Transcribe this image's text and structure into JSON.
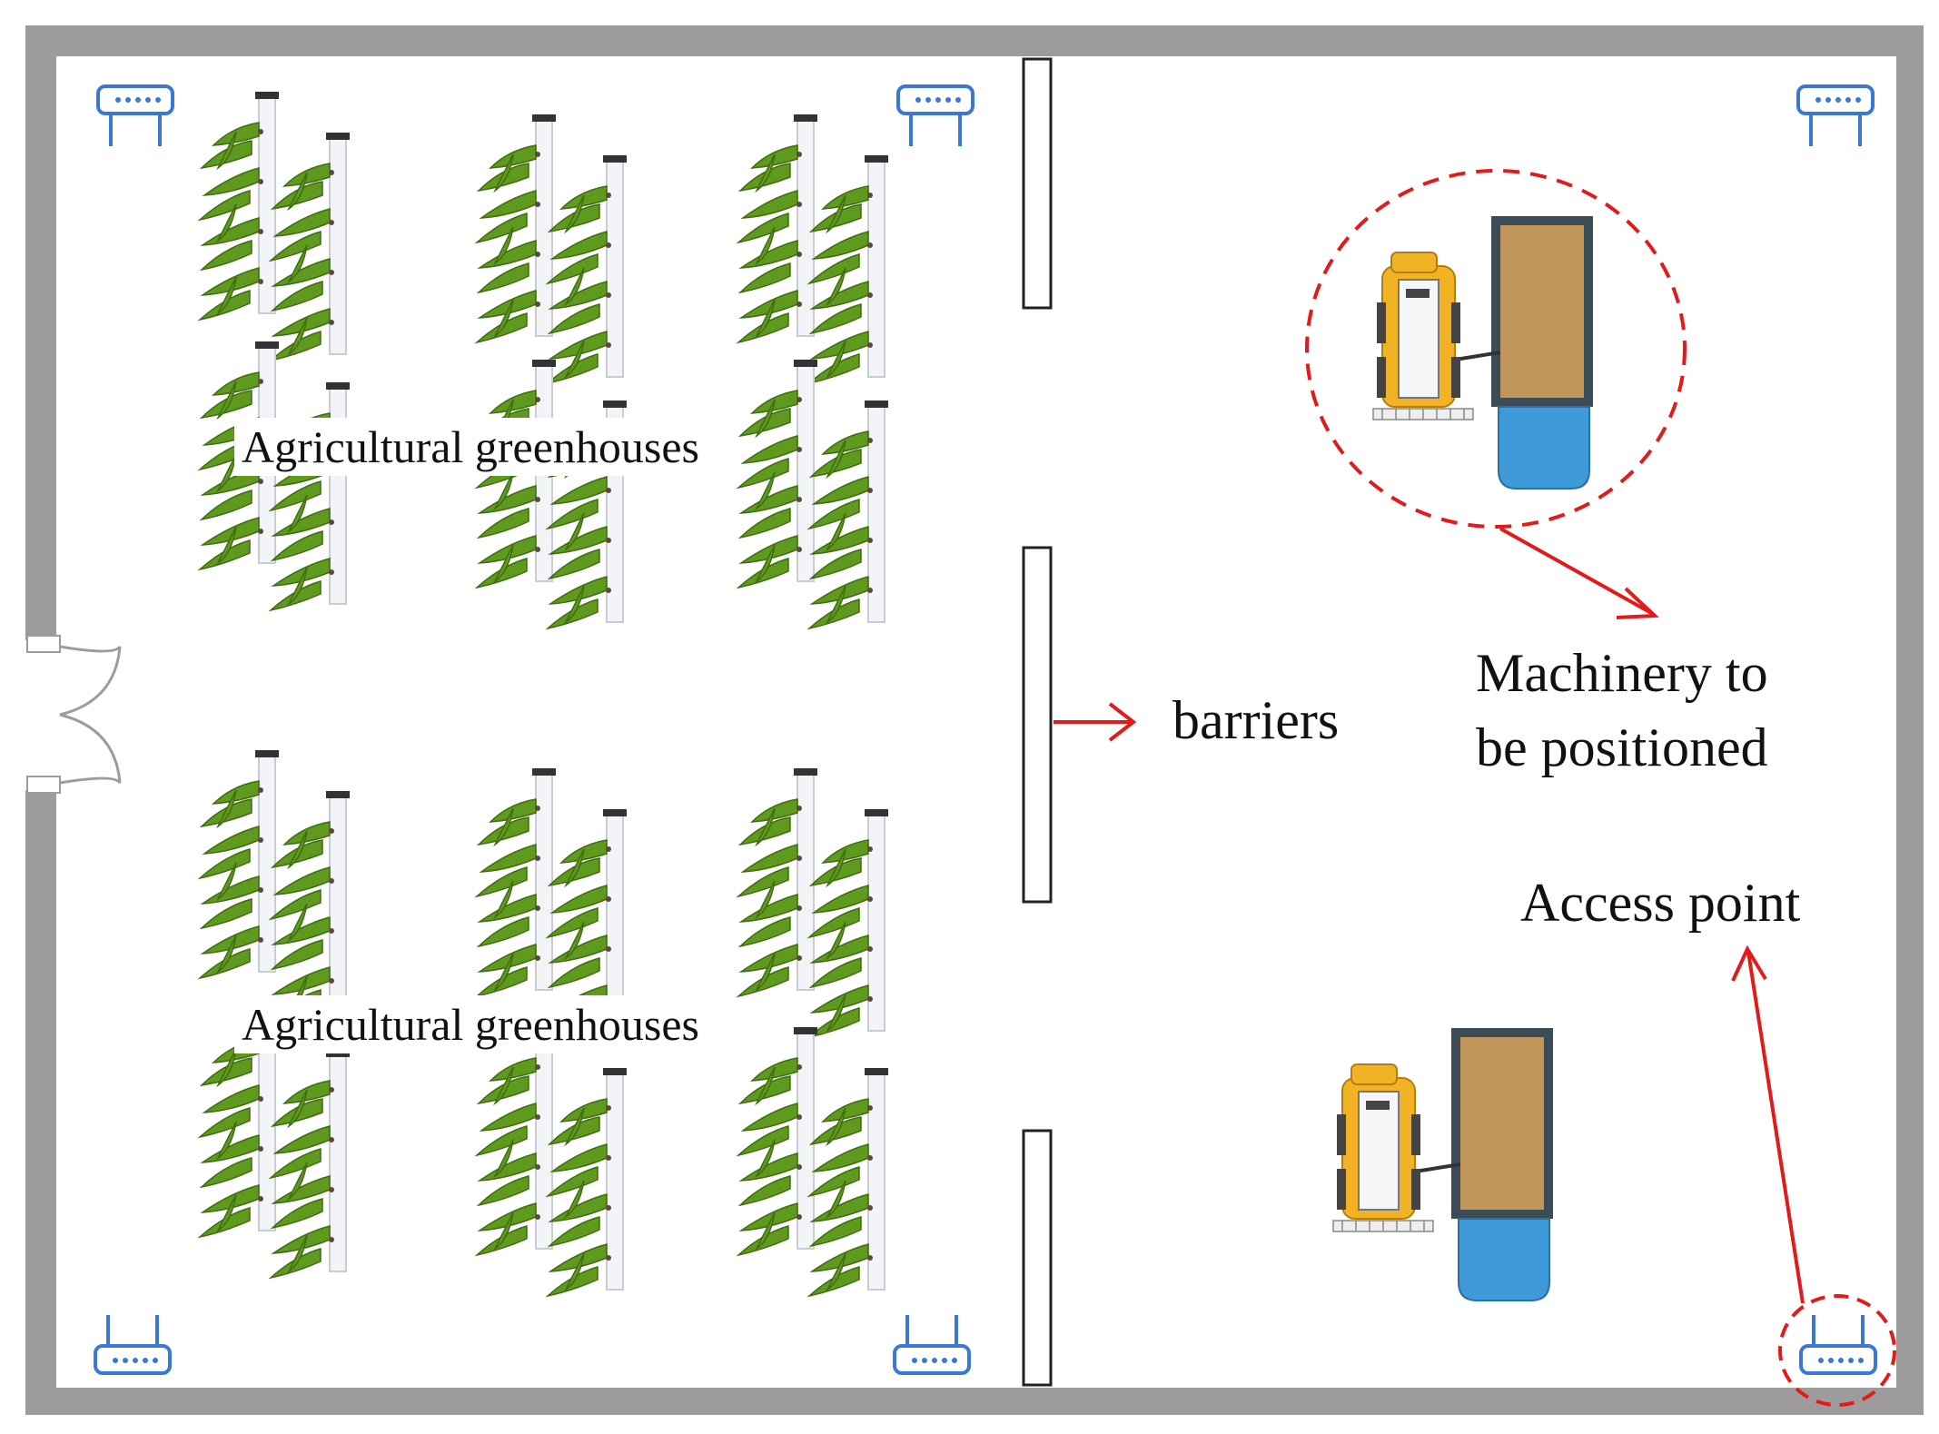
{
  "labels": {
    "greenhouse_top": "Agricultural greenhouses",
    "greenhouse_bottom": "Agricultural greenhouses",
    "barriers": "barriers",
    "machinery_line1": "Machinery to",
    "machinery_line2": "be positioned",
    "access_point": "Access point"
  },
  "colors": {
    "wall": "#9d9b9c",
    "plant": "#5f9a1e",
    "access_point_icon": "#3a78d6",
    "annotation": "#e31a1a",
    "machine_body": "#f1b323",
    "trailer": "#c2955a",
    "tank": "#3e9ad8"
  },
  "icons": [
    "access-point-icon",
    "tractor-icon",
    "plant-rack-icon",
    "door-icon"
  ]
}
